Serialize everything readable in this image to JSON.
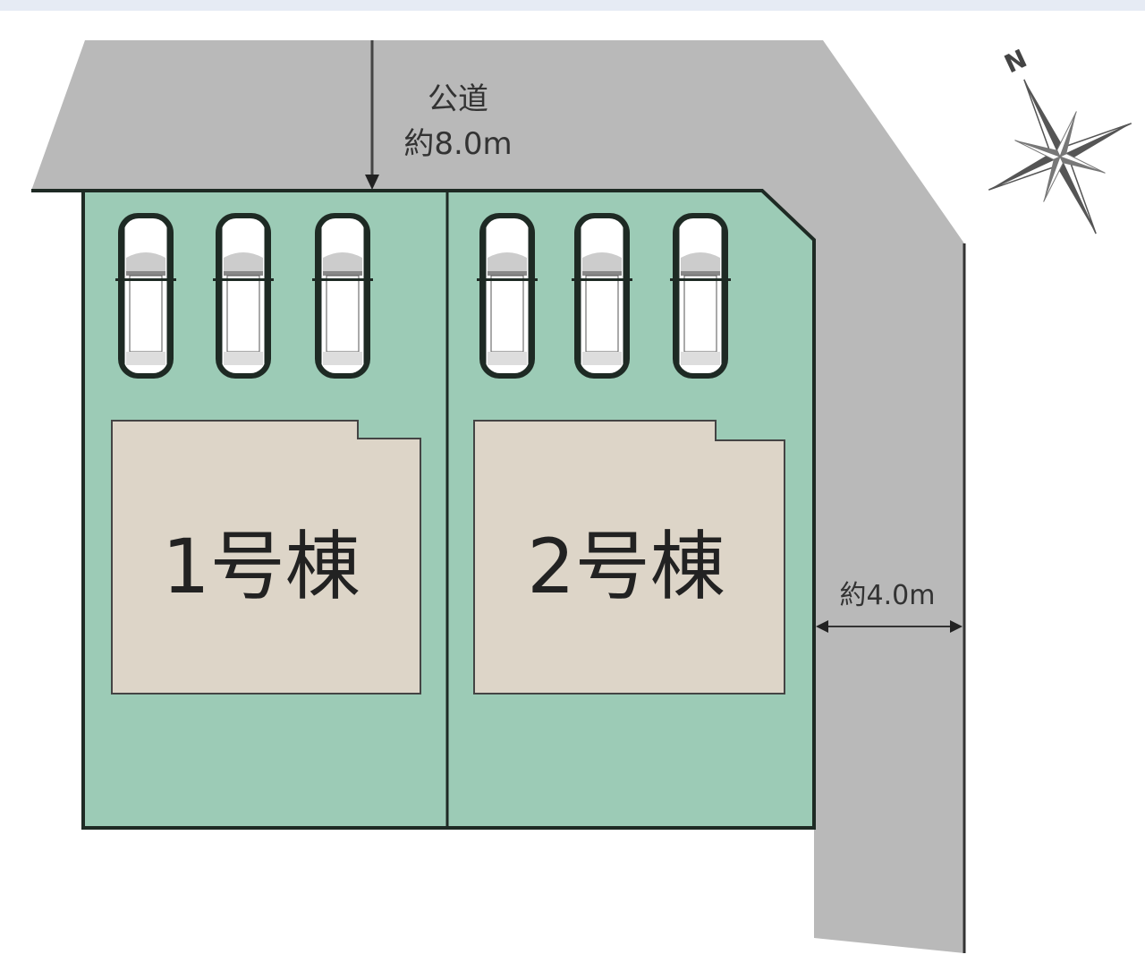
{
  "road_main": {
    "name": "公道",
    "width": "約8.0m"
  },
  "road_side": {
    "width": "約4.0m"
  },
  "buildings": [
    {
      "label": "1号棟",
      "parking_spaces": 3
    },
    {
      "label": "2号棟",
      "parking_spaces": 3
    }
  ],
  "compass": {
    "label": "N"
  },
  "colors": {
    "road": "#b9b9b9",
    "lot": "#9ccbb6",
    "house": "#ddd5c8",
    "line": "#1e2a24"
  }
}
